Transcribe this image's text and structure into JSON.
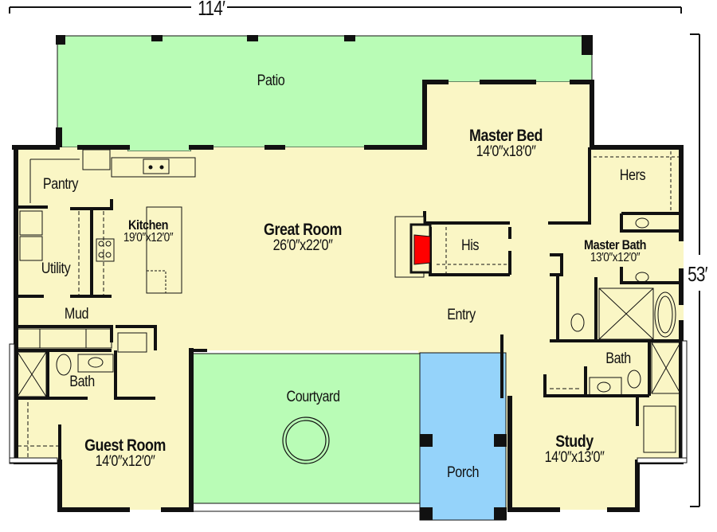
{
  "plan": {
    "overall_width": "114′",
    "overall_depth": "53′",
    "colors": {
      "interior": "#faf6c5",
      "outdoor_green": "#b9fcb6",
      "porch_blue": "#95d3fa",
      "fireplace_red": "#ff0000",
      "wall": "#111111",
      "background": "#ffffff"
    }
  },
  "rooms": {
    "patio": {
      "name": "Patio"
    },
    "master_bed": {
      "name": "Master Bed",
      "dim": "14′0″x18′0″"
    },
    "hers": {
      "name": "Hers"
    },
    "his": {
      "name": "His"
    },
    "master_bath": {
      "name": "Master Bath",
      "dim": "13′0″x12′0″"
    },
    "pantry": {
      "name": "Pantry"
    },
    "kitchen": {
      "name": "Kitchen",
      "dim": "19′0″x12′0″"
    },
    "utility": {
      "name": "Utility"
    },
    "great_room": {
      "name": "Great Room",
      "dim": "26′0″x22′0″"
    },
    "mud": {
      "name": "Mud"
    },
    "entry": {
      "name": "Entry"
    },
    "bath_guest": {
      "name": "Bath"
    },
    "bath_study": {
      "name": "Bath"
    },
    "guest_room": {
      "name": "Guest Room",
      "dim": "14′0″x12′0″"
    },
    "courtyard": {
      "name": "Courtyard"
    },
    "porch": {
      "name": "Porch"
    },
    "study": {
      "name": "Study",
      "dim": "14′0″x13′0″"
    }
  }
}
